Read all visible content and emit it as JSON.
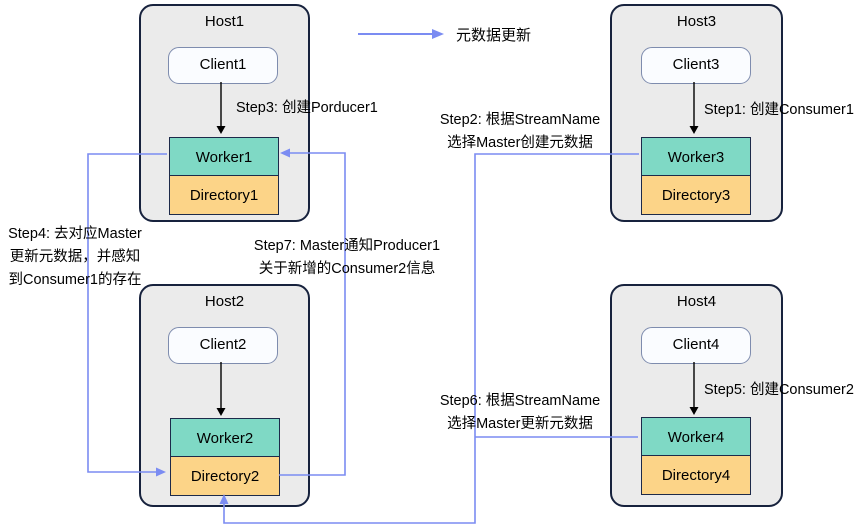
{
  "legend": {
    "label": "元数据更新"
  },
  "hosts": [
    {
      "title": "Host1",
      "client": "Client1",
      "worker": "Worker1",
      "directory": "Directory1"
    },
    {
      "title": "Host2",
      "client": "Client2",
      "worker": "Worker2",
      "directory": "Directory2"
    },
    {
      "title": "Host3",
      "client": "Client3",
      "worker": "Worker3",
      "directory": "Directory3"
    },
    {
      "title": "Host4",
      "client": "Client4",
      "worker": "Worker4",
      "directory": "Directory4"
    }
  ],
  "steps": {
    "step1": "Step1: 创建Consumer1",
    "step2": "Step2: 根据StreamName\n选择Master创建元数据",
    "step3": "Step3: 创建Porducer1",
    "step4": "Step4: 去对应Master\n更新元数据，并感知\n到Consumer1的存在",
    "step5": "Step5: 创建Consumer2",
    "step6": "Step6: 根据StreamName\n选择Master更新元数据",
    "step7": "Step7: Master通知Producer1\n关于新增的Consumer2信息"
  },
  "colors": {
    "host_fill": "#ebebeb",
    "host_border": "#17223d",
    "client_fill": "#fafcff",
    "client_border": "#7e8cae",
    "worker_fill": "#7fd9c5",
    "directory_fill": "#fcd488",
    "connector_blue": "#7b8cf2",
    "arrow_black": "#000000"
  }
}
